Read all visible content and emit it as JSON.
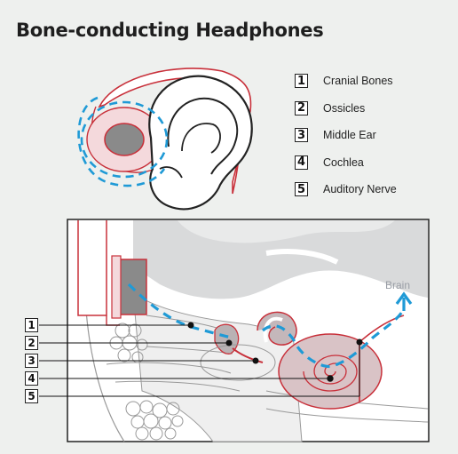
{
  "title": "Bone-conducting Headphones",
  "legend": [
    {
      "num": "1",
      "label": "Cranial Bones"
    },
    {
      "num": "2",
      "label": "Ossicles"
    },
    {
      "num": "3",
      "label": "Middle Ear"
    },
    {
      "num": "4",
      "label": "Cochlea"
    },
    {
      "num": "5",
      "label": "Auditory Nerve"
    }
  ],
  "callouts": [
    "1",
    "2",
    "3",
    "4",
    "5"
  ],
  "brain_label": "Brain",
  "colors": {
    "headphone_red": "#c8303a",
    "sound_path_blue": "#1f9ad6",
    "pad_gray": "#8a8a8a",
    "outline": "#222222"
  }
}
